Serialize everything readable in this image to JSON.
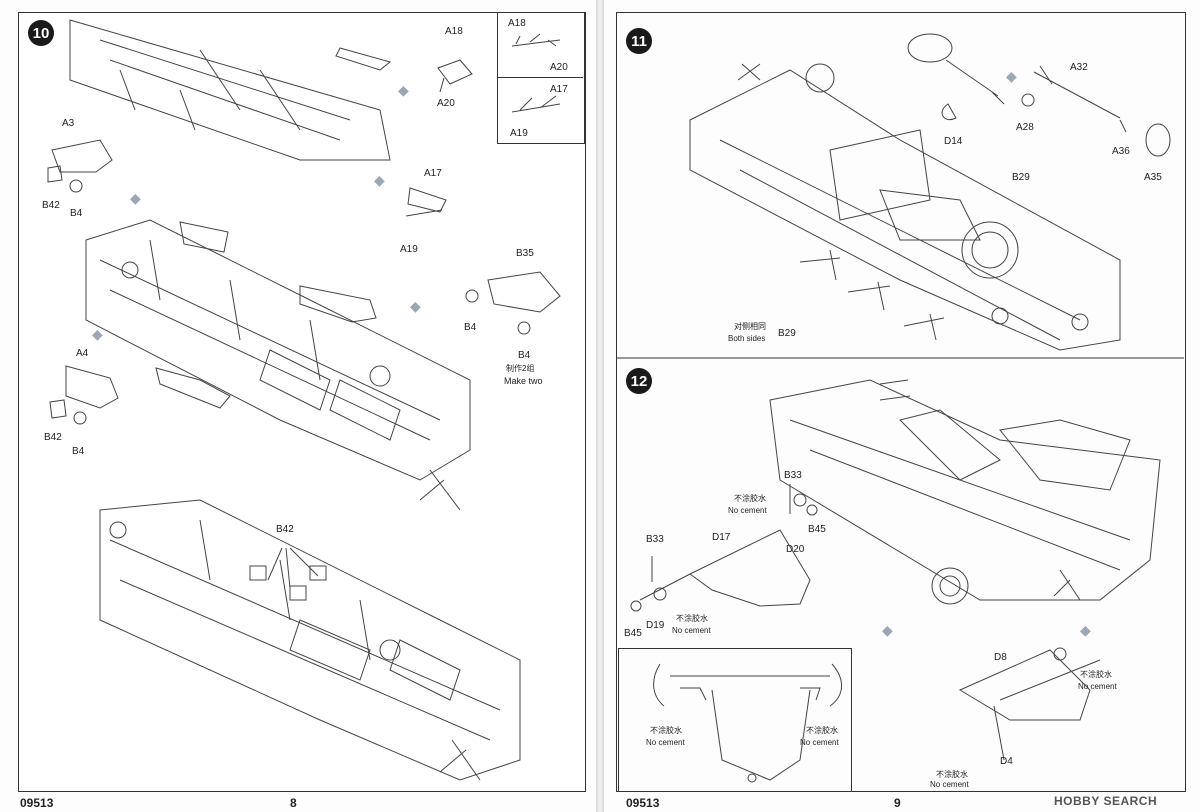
{
  "left_page": {
    "step": "10",
    "page_code": "09513",
    "page_number": "8",
    "inset_labels": [
      "A18",
      "A20",
      "A17",
      "A19"
    ],
    "part_labels": {
      "a18": "A18",
      "a20": "A20",
      "a3": "A3",
      "b42_top": "B42",
      "b4_top": "B4",
      "a17": "A17",
      "a19": "A19",
      "b35": "B35",
      "b4_right_a": "B4",
      "b4_right_b": "B4",
      "a4": "A4",
      "b42_mid": "B42",
      "b4_mid": "B4",
      "b42_bottom": "B42"
    },
    "make_two_cn": "制作2组",
    "make_two_en": "Make two"
  },
  "right_page": {
    "step11": "11",
    "step12": "12",
    "page_code": "09513",
    "page_number": "9",
    "part_labels": {
      "a32": "A32",
      "d14": "D14",
      "a28": "A28",
      "a36": "A36",
      "a35": "A35",
      "b29_top": "B29",
      "b29_bottom": "B29",
      "b33_a": "B33",
      "b45_a": "B45",
      "d20": "D20",
      "b33_b": "B33",
      "d17": "D17",
      "d19": "D19",
      "b45_b": "B45",
      "d8": "D8",
      "d4": "D4"
    },
    "both_sides_cn": "对侧相同",
    "both_sides_en": "Both sides",
    "no_cement_cn": "不涂胶水",
    "no_cement_en": "No cement"
  },
  "watermark": "HOBBY SEARCH"
}
